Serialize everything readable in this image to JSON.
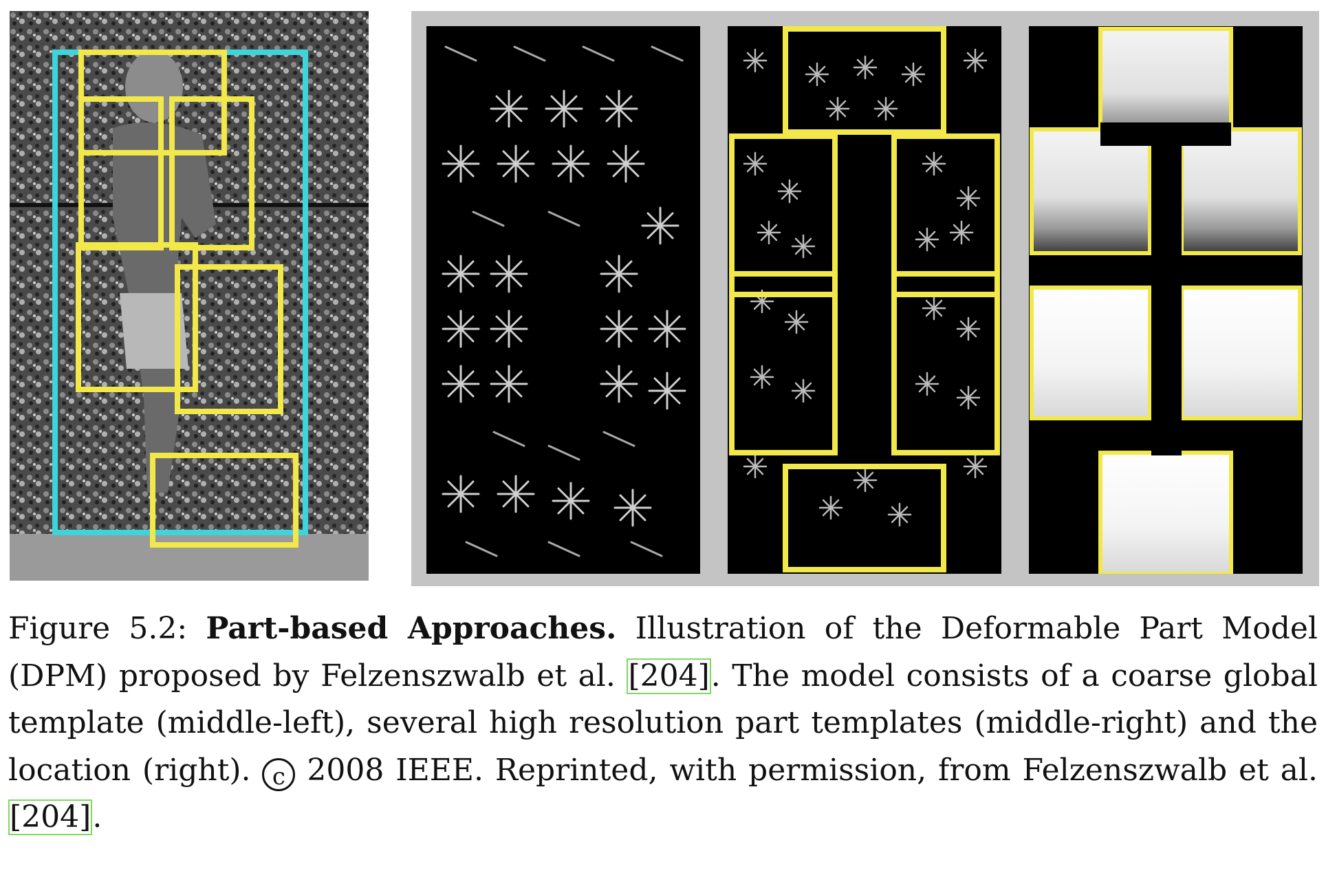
{
  "figure": {
    "label": "Figure 5.2:",
    "title": "Part-based Approaches.",
    "caption": {
      "seg1": "Illustration of the Deformable Part Model (DPM) proposed by Felzenszwalb et al.",
      "cite1": "[204]",
      "seg2": ". The model consists of a coarse global template (middle-left), several high resolution part templates (middle-right) and the location (right).",
      "copyright_symbol": "c",
      "seg3": "2008 IEEE. Reprinted, with permission, from Felzenszwalb et al.",
      "cite2": "[204]",
      "seg4": "."
    },
    "colors": {
      "root_box": "#3fd4dc",
      "part_box": "#f2e84a",
      "citation_box": "#7cdc5c",
      "panel_frame": "#c4c4c4"
    }
  }
}
